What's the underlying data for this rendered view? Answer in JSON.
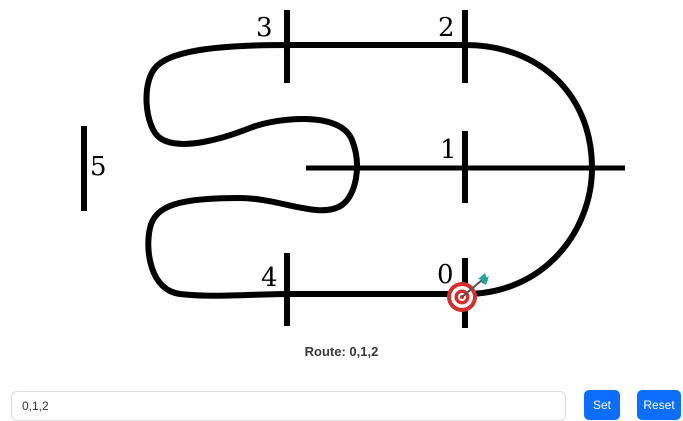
{
  "gates": {
    "g0": "0",
    "g1": "1",
    "g2": "2",
    "g3": "3",
    "g4": "4",
    "g5": "5"
  },
  "route": {
    "label": "Route: 0,1,2"
  },
  "controls": {
    "input_value": "0,1,2",
    "set_label": "Set",
    "reset_label": "Reset"
  },
  "marker": {
    "icon": "target-dart-icon",
    "at_gate": "0"
  },
  "colors": {
    "track": "#000000",
    "button": "#0d6efd",
    "target_red": "#d32f2f",
    "dart": "#2aa198"
  }
}
